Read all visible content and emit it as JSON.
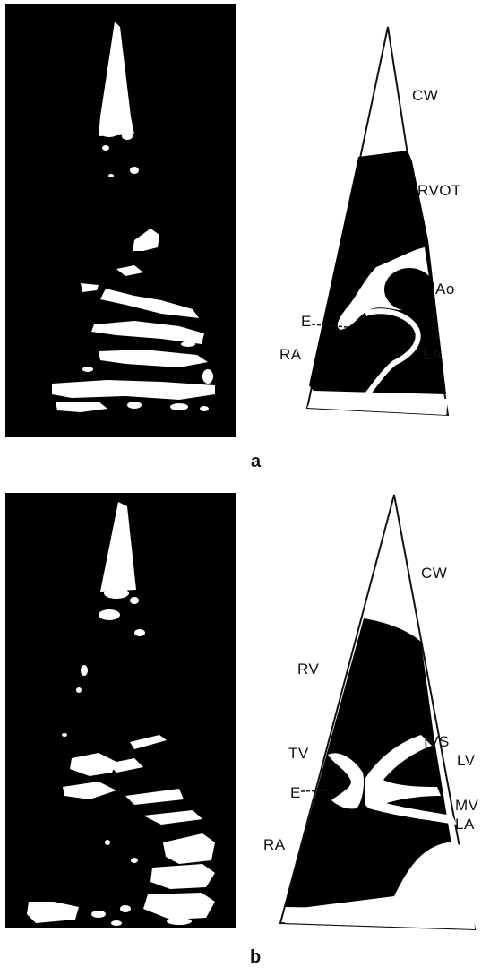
{
  "colors": {
    "background": "#ffffff",
    "echo_field": "#000000",
    "echo": "#ffffff",
    "ink": "#111111",
    "fill": "#000000"
  },
  "panel_a": {
    "caption": "a",
    "labels": {
      "cw": "CW",
      "rvot": "RVOT",
      "ao": "Ao",
      "e": "E",
      "ra": "RA",
      "la": "LA"
    }
  },
  "panel_b": {
    "caption": "b",
    "labels": {
      "cw": "CW",
      "rv": "RV",
      "ivs": "IVS",
      "tv": "TV",
      "lv": "LV",
      "e": "E",
      "mv": "MV",
      "la": "LA",
      "ra": "RA"
    }
  }
}
